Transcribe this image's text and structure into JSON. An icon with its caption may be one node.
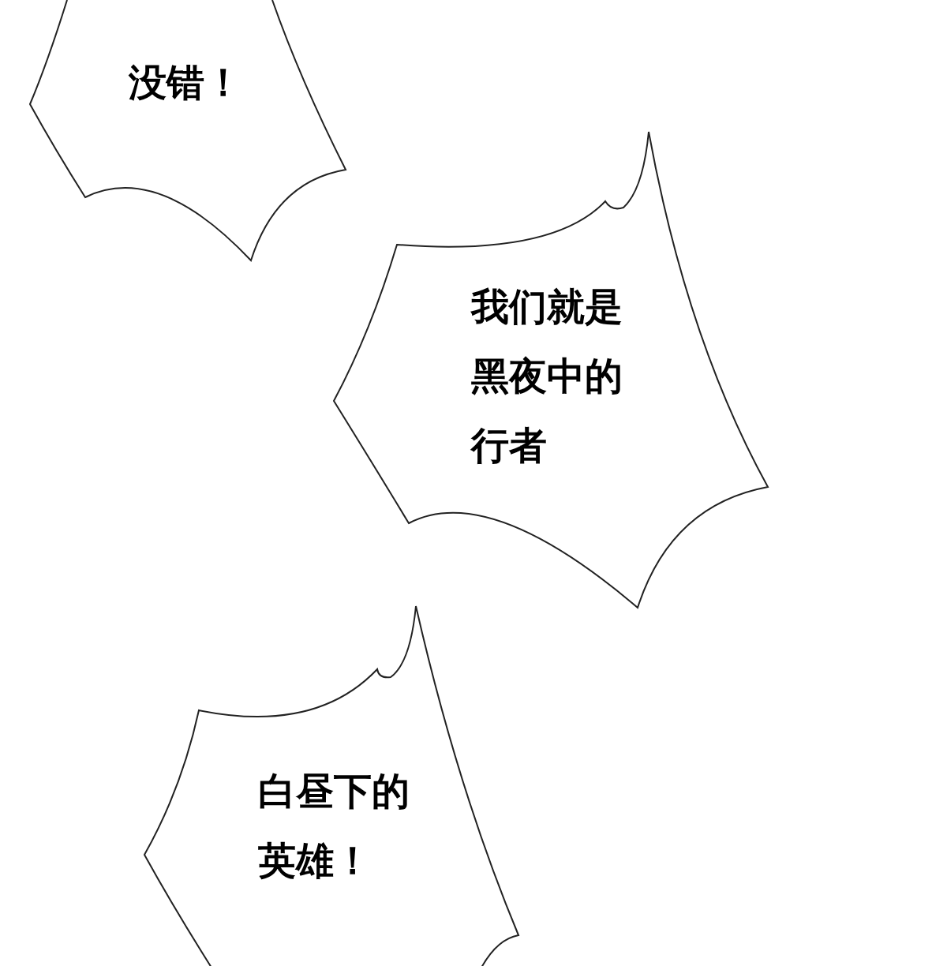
{
  "diagram": {
    "nodes": [
      {
        "text": [
          "没错！"
        ]
      },
      {
        "text": [
          "我们就是黑夜中的行者"
        ]
      },
      {
        "text": [
          "白昼下的英雄！"
        ]
      }
    ]
  }
}
